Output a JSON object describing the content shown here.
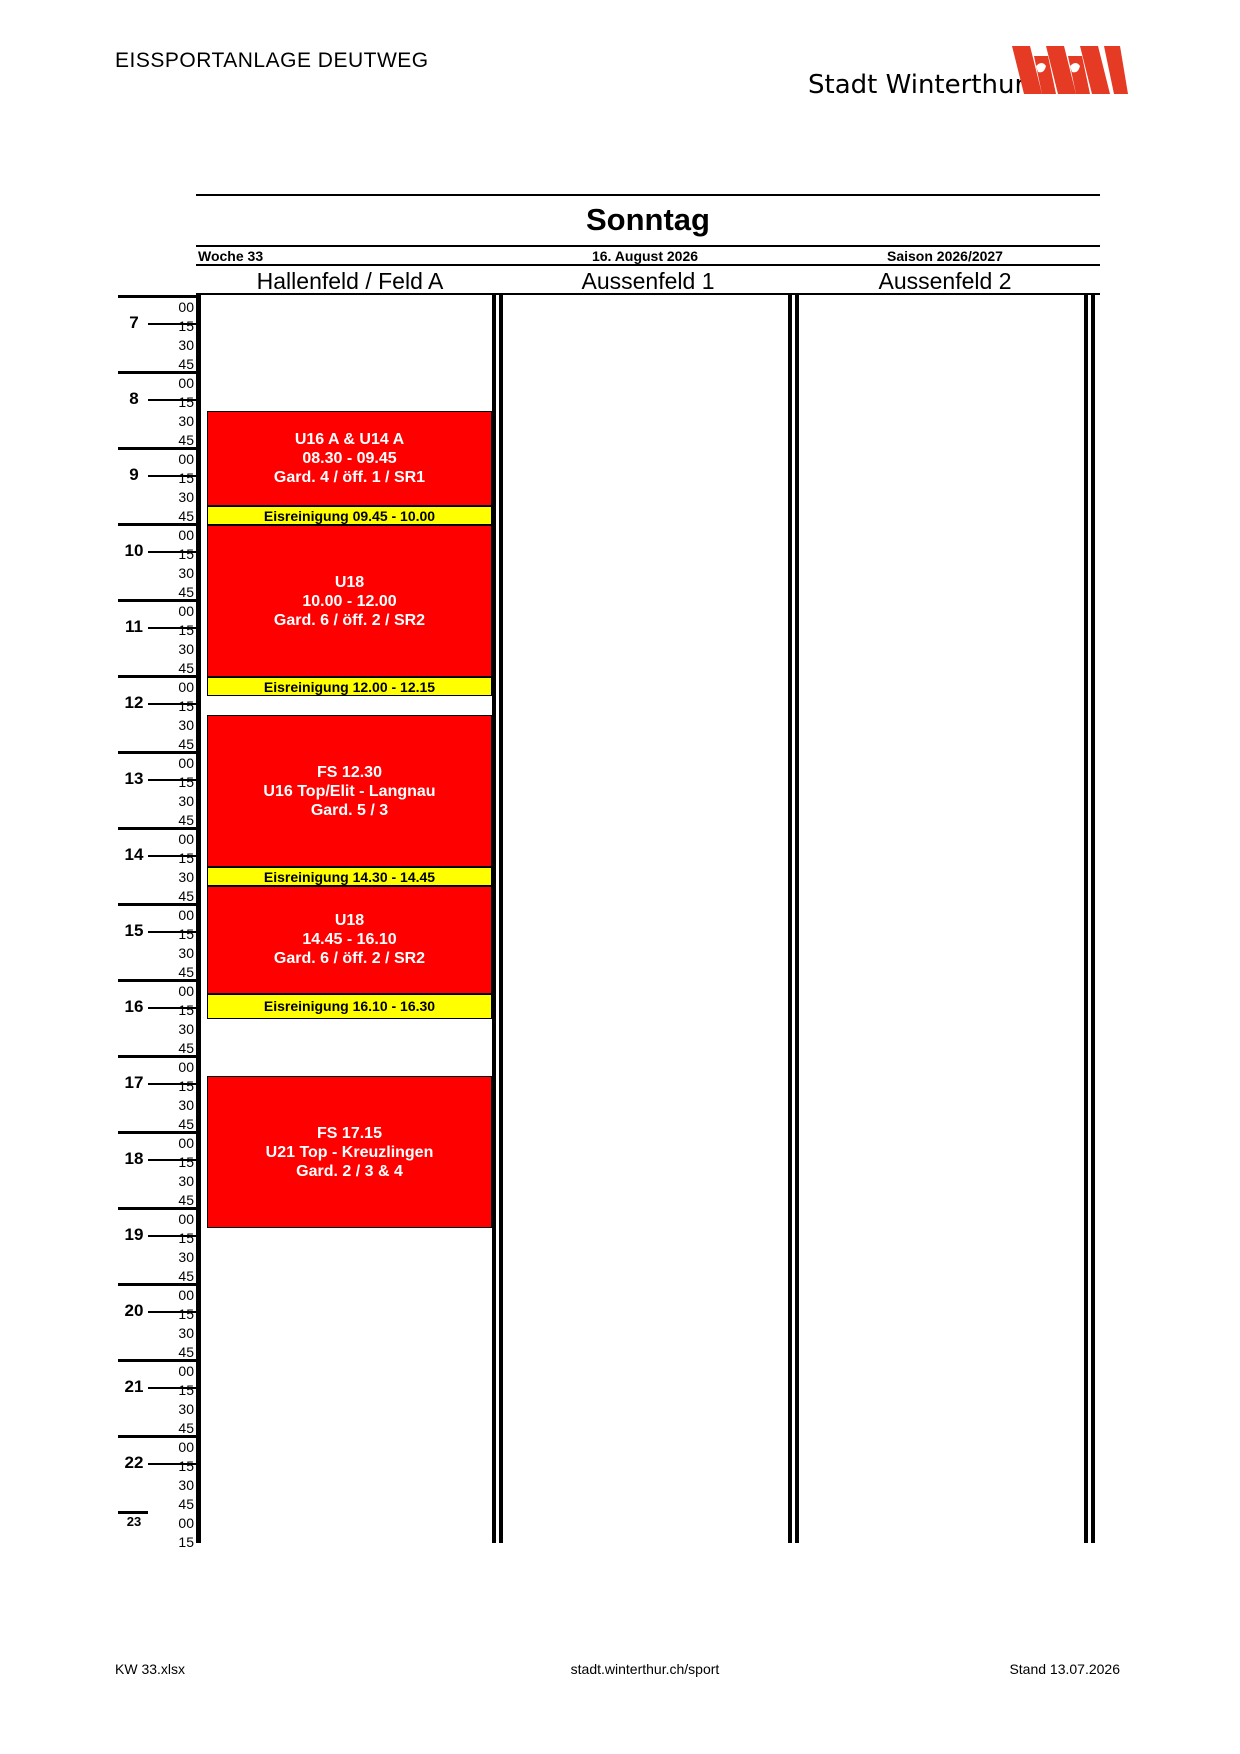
{
  "header": {
    "venue": "EISSPORTANLAGE DEUTWEG",
    "logo_text": "Stadt Winterthur",
    "logo_icon": "winterthur-coat-of-arms-icon",
    "logo_color": "#e53a24"
  },
  "day": {
    "title": "Sonntag",
    "week": "Woche 33",
    "date": "16. August 2026",
    "season": "Saison 2026/2027"
  },
  "columns": [
    "Hallenfeld / Feld A",
    "Aussenfeld 1",
    "Aussenfeld 2"
  ],
  "hours": [
    "7",
    "8",
    "9",
    "10",
    "11",
    "12",
    "13",
    "14",
    "15",
    "16",
    "17",
    "18",
    "19",
    "20",
    "21",
    "22",
    "23"
  ],
  "minutes": [
    "00",
    "15",
    "30",
    "45"
  ],
  "colors": {
    "booking": "#ff0000",
    "cleaning": "#ffff00"
  },
  "bookings": [
    {
      "type": "booking",
      "start": "08:30",
      "end": "09:45",
      "lines": [
        "U16 A & U14 A",
        "08.30 - 09.45",
        "Gard. 4 / öff. 1 / SR1"
      ]
    },
    {
      "type": "cleaning",
      "start": "09:45",
      "end": "10:00",
      "lines": [
        "Eisreinigung 09.45 - 10.00"
      ]
    },
    {
      "type": "booking",
      "start": "10:00",
      "end": "12:00",
      "lines": [
        "U18",
        "10.00 - 12.00",
        "Gard. 6 / öff. 2 / SR2"
      ]
    },
    {
      "type": "cleaning",
      "start": "12:00",
      "end": "12:15",
      "lines": [
        "Eisreinigung 12.00 - 12.15"
      ]
    },
    {
      "type": "booking",
      "start": "12:30",
      "end": "14:30",
      "lines": [
        "FS 12.30",
        "U16 Top/Elit - Langnau",
        "Gard. 5 / 3"
      ]
    },
    {
      "type": "cleaning",
      "start": "14:30",
      "end": "14:45",
      "lines": [
        "Eisreinigung 14.30 - 14.45"
      ]
    },
    {
      "type": "booking",
      "start": "14:45",
      "end": "16:10",
      "lines": [
        "U18",
        "14.45 - 16.10",
        "Gard. 6 / öff. 2 / SR2"
      ]
    },
    {
      "type": "cleaning",
      "start": "16:10",
      "end": "16:30",
      "lines": [
        "Eisreinigung 16.10 - 16.30"
      ]
    },
    {
      "type": "booking",
      "start": "17:15",
      "end": "19:15",
      "lines": [
        "FS 17.15",
        "U21 Top - Kreuzlingen",
        "Gard. 2 / 3 & 4"
      ]
    }
  ],
  "footer": {
    "file": "KW 33.xlsx",
    "url": "stadt.winterthur.ch/sport",
    "stand": "Stand 13.07.2026"
  }
}
